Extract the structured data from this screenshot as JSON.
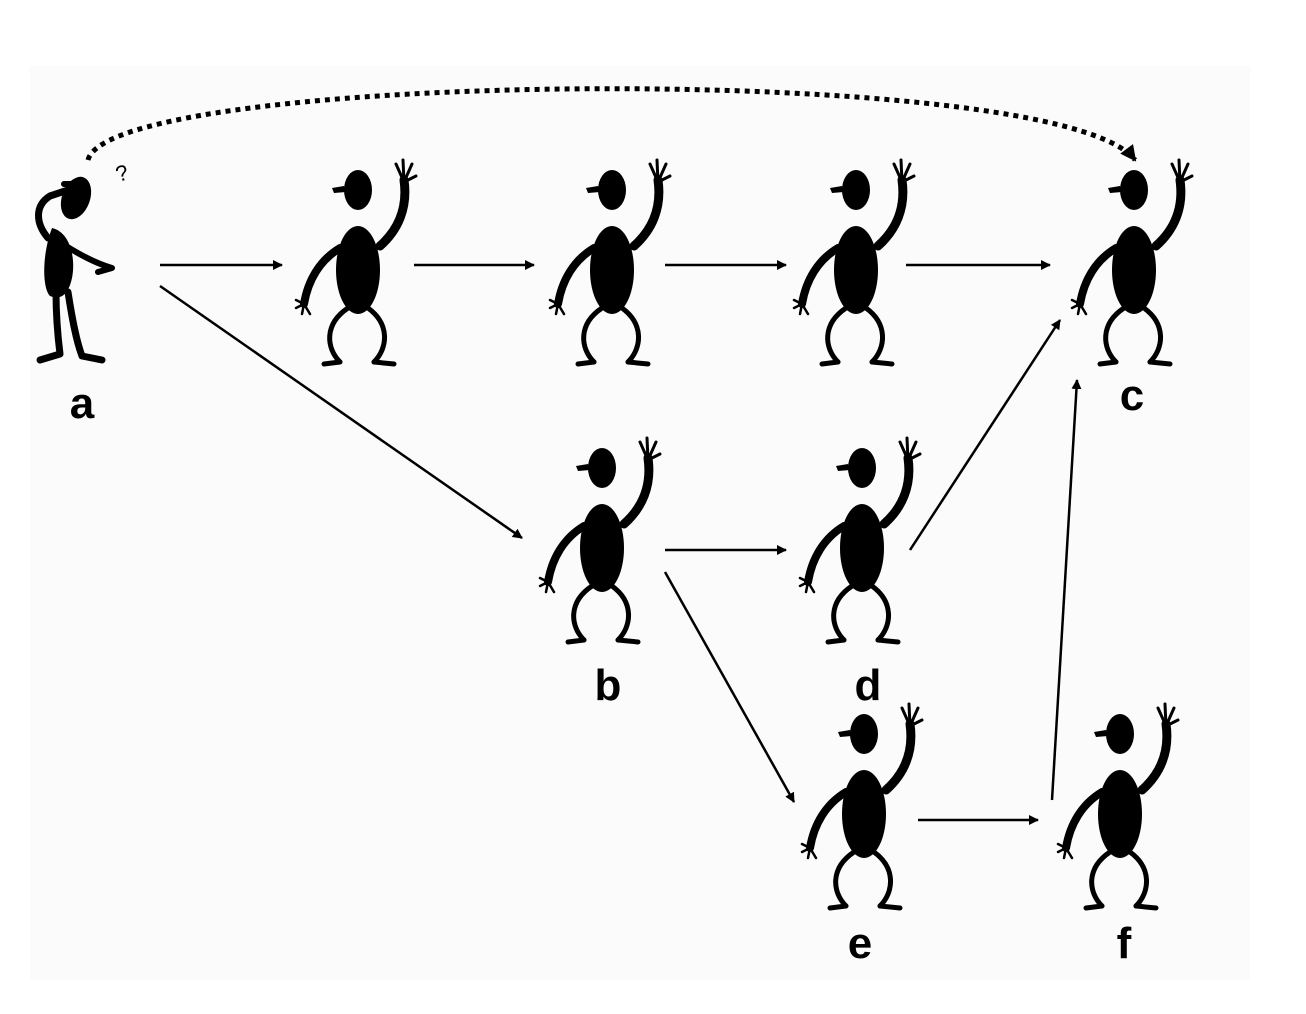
{
  "diagram": {
    "background": "#fbfbfb",
    "ink": "#000000",
    "nodes": [
      {
        "id": "a",
        "label": "a",
        "pose": "puzzled"
      },
      {
        "id": "r1",
        "label": "",
        "pose": "waving"
      },
      {
        "id": "r2",
        "label": "",
        "pose": "waving"
      },
      {
        "id": "r3",
        "label": "",
        "pose": "waving"
      },
      {
        "id": "c",
        "label": "c",
        "pose": "waving"
      },
      {
        "id": "b",
        "label": "b",
        "pose": "waving"
      },
      {
        "id": "d",
        "label": "d",
        "pose": "waving"
      },
      {
        "id": "e",
        "label": "e",
        "pose": "waving"
      },
      {
        "id": "f",
        "label": "f",
        "pose": "waving"
      }
    ],
    "edges": [
      {
        "from": "a",
        "to": "r1",
        "style": "solid"
      },
      {
        "from": "r1",
        "to": "r2",
        "style": "solid"
      },
      {
        "from": "r2",
        "to": "r3",
        "style": "solid"
      },
      {
        "from": "r3",
        "to": "c",
        "style": "solid"
      },
      {
        "from": "a",
        "to": "b",
        "style": "solid"
      },
      {
        "from": "b",
        "to": "d",
        "style": "solid"
      },
      {
        "from": "b",
        "to": "e",
        "style": "solid"
      },
      {
        "from": "d",
        "to": "c",
        "style": "solid"
      },
      {
        "from": "e",
        "to": "f",
        "style": "solid"
      },
      {
        "from": "f",
        "to": "c",
        "style": "solid"
      },
      {
        "from": "a",
        "to": "c",
        "style": "dotted"
      }
    ],
    "puzzle_mark": "?"
  }
}
